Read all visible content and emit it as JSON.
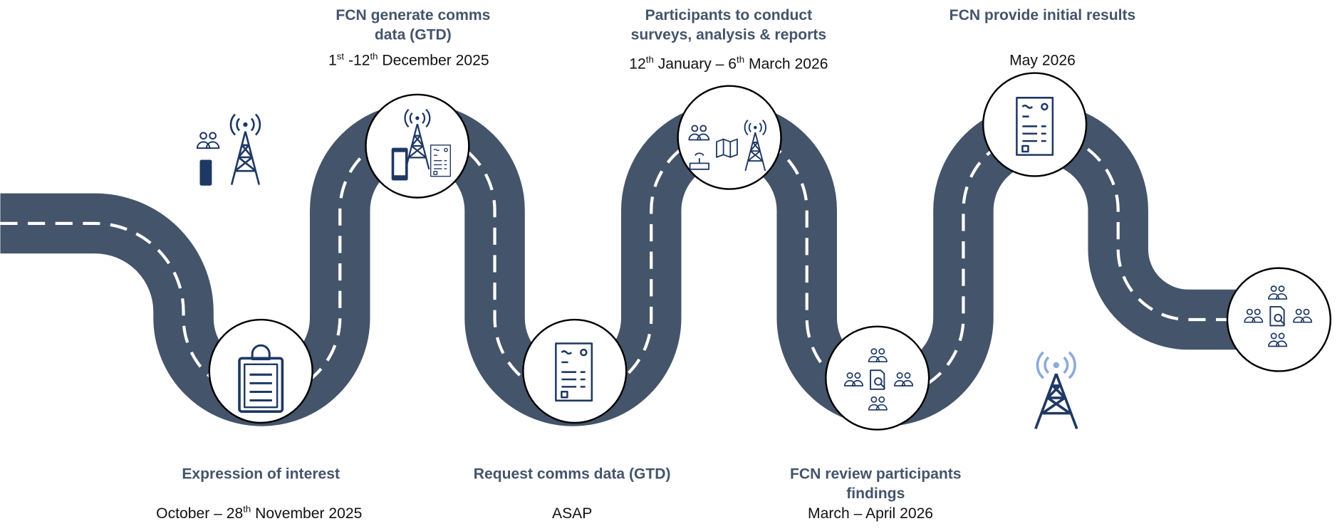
{
  "colors": {
    "road": "#44546a",
    "icon": "#1f3864",
    "title": "#44546a",
    "signal_light": "#8eaadb"
  },
  "milestones_top": [
    {
      "title_lines": [
        "FCN generate comms",
        "data (GTD)"
      ],
      "date": {
        "a": "1",
        "a_sup": "st",
        "b": " -12",
        "b_sup": "th",
        "c": " December 2025"
      }
    },
    {
      "title_lines": [
        "Participants to conduct",
        "surveys, analysis & reports"
      ],
      "date": {
        "a": "12",
        "a_sup": "th",
        "b": " January – 6",
        "b_sup": "th",
        "c": " March 2026"
      }
    },
    {
      "title_lines": [
        "FCN provide initial results"
      ],
      "date": {
        "a": "May 2026"
      }
    }
  ],
  "milestones_bottom": [
    {
      "title_lines": [
        "Expression of interest"
      ],
      "date": {
        "a": "October – 28",
        "a_sup": "th",
        "c": " November 2025"
      }
    },
    {
      "title_lines": [
        "Request comms data (GTD)"
      ],
      "date": {
        "a": "ASAP"
      }
    },
    {
      "title_lines": [
        "FCN review participants",
        "findings"
      ],
      "date": {
        "a": "March – April 2026"
      }
    }
  ]
}
